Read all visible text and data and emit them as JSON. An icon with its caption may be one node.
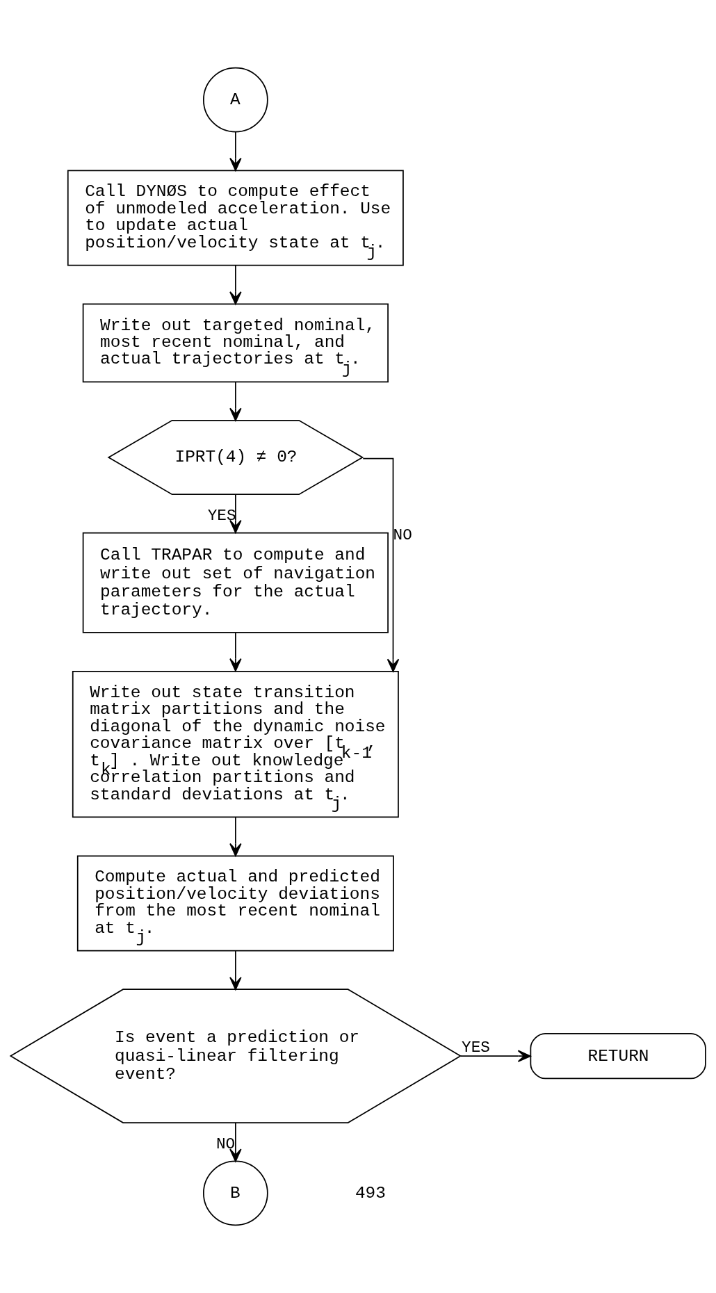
{
  "diagram": {
    "nodes": [
      {
        "text": [
          "A"
        ]
      },
      {
        "text": [
          "Call DYNØS to compute effect of unmodeled acceleration. Use to update actual position/velocity state at t$_{j}$."
        ]
      },
      {
        "text": [
          "Write out targeted nominal, most recent nominal, and actual trajectories at t$_{j}$."
        ]
      },
      {
        "text": [
          "IPRT(4) ≠ 0?"
        ]
      },
      {
        "text": [
          "Call TRAPAR to compute and write out set of navigation parameters for the actual trajectory."
        ]
      },
      {
        "text": [
          "Write out state transition matrix partitions and the diagonal of the dynamic noise covariance matrix over [t$_{k-1}$, t$_{k}$] . Write out knowledge correlation partitions and standard deviations at t$_{j}$."
        ]
      },
      {
        "text": [
          "Compute actual and predicted position/velocity deviations from the most recent nominal at t$_{j}$."
        ]
      },
      {
        "text": [
          "Is event a prediction or quasi-linear filtering event?"
        ]
      },
      {
        "text": [
          "RETURN"
        ]
      },
      {
        "text": [
          "B"
        ]
      }
    ],
    "edges": [
      {
        "from": 0,
        "to": 1,
        "arrow": "to"
      },
      {
        "from": 1,
        "to": 2,
        "arrow": "to"
      },
      {
        "from": 2,
        "to": 3,
        "arrow": "to"
      },
      {
        "from": 3,
        "to": 4,
        "arrow": "to",
        "label": "YES"
      },
      {
        "from": 3,
        "to": 5,
        "arrow": "to",
        "label": "NO"
      },
      {
        "from": 4,
        "to": 5,
        "arrow": "to"
      },
      {
        "from": 5,
        "to": 6,
        "arrow": "to"
      },
      {
        "from": 6,
        "to": 7,
        "arrow": "to"
      },
      {
        "from": 7,
        "to": 8,
        "arrow": "to",
        "label": "YES"
      },
      {
        "from": 7,
        "to": 9,
        "arrow": "to",
        "label": "NO"
      }
    ],
    "labels": [
      "493"
    ]
  }
}
